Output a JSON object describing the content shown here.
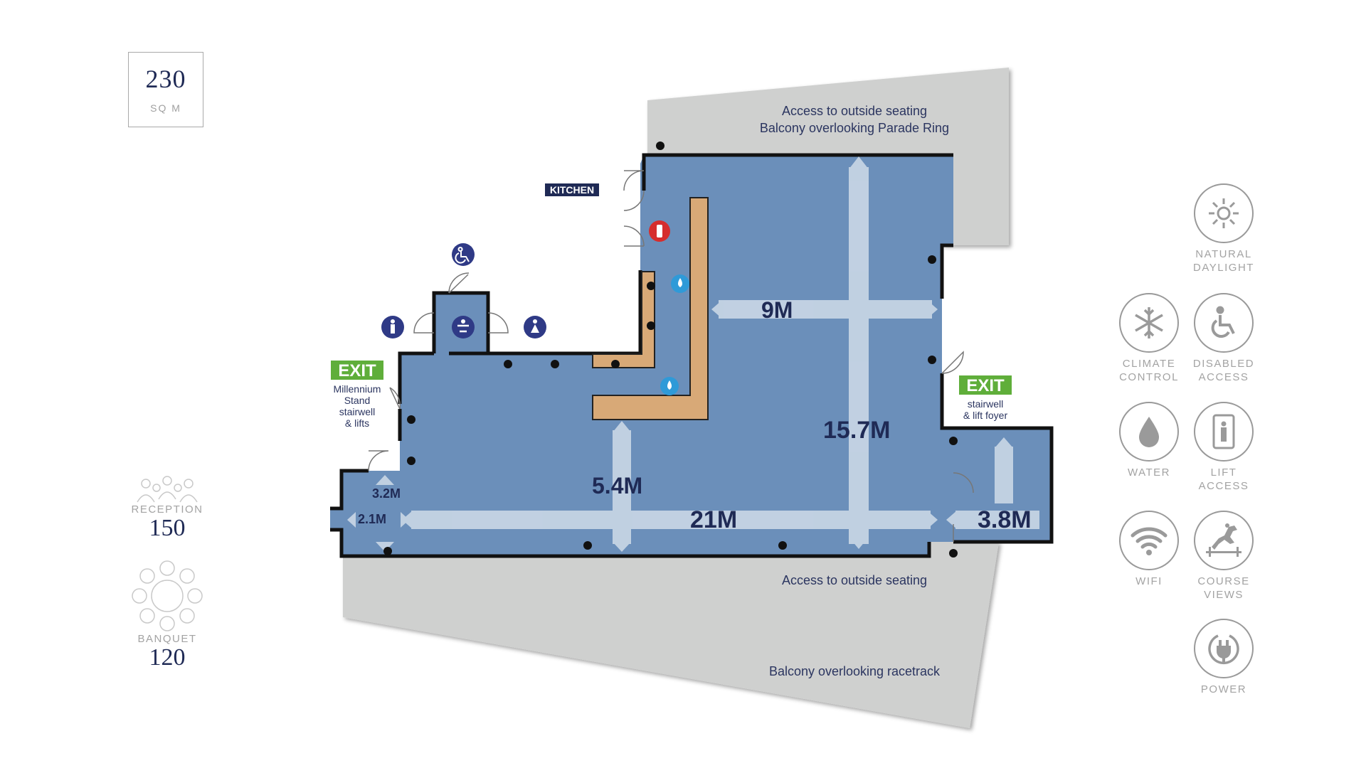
{
  "area": {
    "value": "230",
    "unit": "SQ M"
  },
  "capacity": {
    "reception": {
      "label": "RECEPTION",
      "value": "150"
    },
    "banquet": {
      "label": "BANQUET",
      "value": "120"
    }
  },
  "plan": {
    "kitchen_label": "KITCHEN",
    "exits": [
      {
        "label": "EXIT",
        "caption": [
          "Millennium",
          "Stand",
          "stairwell",
          "& lifts"
        ]
      },
      {
        "label": "EXIT",
        "caption": [
          "stairwell",
          "& lift foyer"
        ]
      }
    ],
    "balcony_top": [
      "Access to outside seating",
      "Balcony overlooking Parade Ring"
    ],
    "balcony_bottom_access": "Access to outside seating",
    "balcony_bottom": "Balcony overlooking racetrack",
    "dimensions": {
      "d9": "9M",
      "d157": "15.7M",
      "d54": "5.4M",
      "d21": "21M",
      "d38": "3.8M",
      "d32": "3.2M",
      "d21small": "2.1M"
    }
  },
  "amenities": [
    {
      "icon": "sun-icon",
      "label": "NATURAL\nDAYLIGHT"
    },
    {
      "icon": "snowflake-icon",
      "label": "CLIMATE\nCONTROL"
    },
    {
      "icon": "wheelchair-icon",
      "label": "DISABLED\nACCESS"
    },
    {
      "icon": "water-drop-icon",
      "label": "WATER"
    },
    {
      "icon": "lift-icon",
      "label": "LIFT\nACCESS"
    },
    {
      "icon": "wifi-icon",
      "label": "WIFI"
    },
    {
      "icon": "horse-jump-icon",
      "label": "COURSE\nVIEWS"
    },
    {
      "icon": "power-plug-icon",
      "label": "POWER"
    }
  ],
  "colors": {
    "navy": "#1f2a55",
    "floor": "#6b8fba",
    "balcony": "#cfd0cf",
    "bar": "#d8a977",
    "exit": "#5fae3a",
    "extinguisher": "#d62d2d",
    "water": "#2f9ad8"
  }
}
